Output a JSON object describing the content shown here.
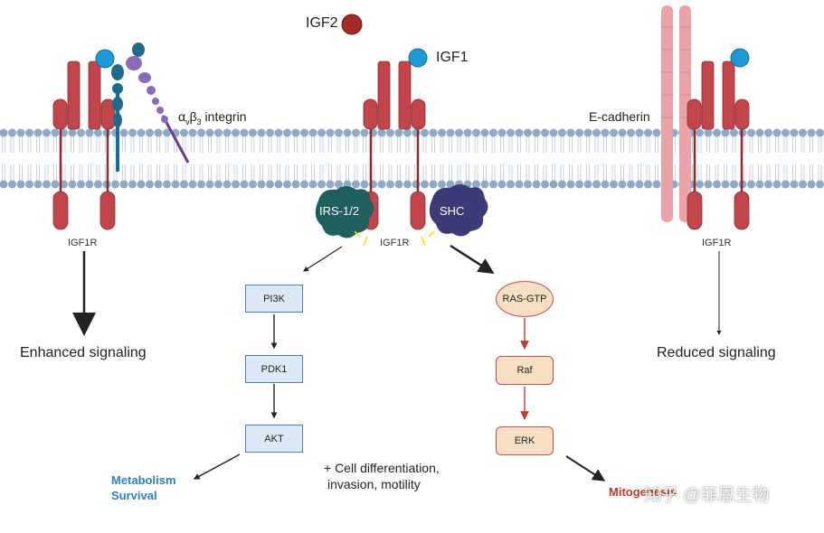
{
  "labels": {
    "igf2": "IGF2",
    "igf1": "IGF1",
    "integrin_alpha": "α",
    "integrin_v": "v",
    "integrin_beta": "β",
    "integrin_3": "3",
    "integrin_word": " integrin",
    "ecadherin": "E-cadherin",
    "igf1r_left": "IGF1R",
    "igf1r_center": "IGF1R",
    "igf1r_right": "IGF1R",
    "irs": "IRS-1/2",
    "shc": "SHC",
    "enhanced": "Enhanced signaling",
    "reduced": "Reduced signaling",
    "metabolism": "Metabolism",
    "survival": "Survival",
    "cell_diff_line1": "+ Cell differentiation,",
    "cell_diff_line2": "invasion, motility",
    "mitogenesis": "Mitogenesis"
  },
  "pathway_left": [
    "PI3K",
    "PDK1",
    "AKT"
  ],
  "pathway_right": [
    "RAS-GTP",
    "Raf",
    "ERK"
  ],
  "watermark": "知乎 @菲恩生物",
  "colors": {
    "receptor": "#c0464b",
    "receptor_light": "#eba3a8",
    "ligand_blue": "#1d9ad6",
    "igf2": "#a52a2a",
    "integrin_dark": "#1f6b8f",
    "integrin_purple": "#8b6bb5",
    "irs": "#1f5f5d",
    "shc": "#3d3a78",
    "membrane": "#8ea9c8",
    "box_blue": "#dbe9f7",
    "box_tan": "#f6dfc2"
  }
}
